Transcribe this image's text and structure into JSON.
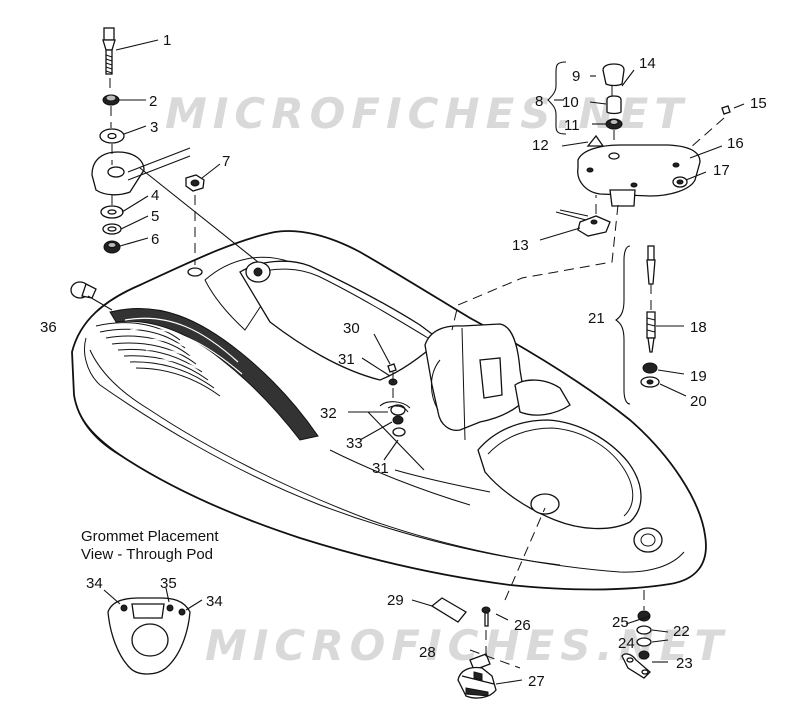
{
  "watermarks": [
    "MICROFICHES.NET",
    "MICROFICHES.NET"
  ],
  "caption": {
    "line1": "Grommet Placement",
    "line2": "View - Through Pod"
  },
  "callouts": {
    "c1": "1",
    "c2": "2",
    "c3": "3",
    "c4": "4",
    "c5": "5",
    "c6": "6",
    "c7": "7",
    "c8": "8",
    "c9": "9",
    "c10": "10",
    "c11": "11",
    "c12": "12",
    "c13": "13",
    "c14": "14",
    "c15": "15",
    "c16": "16",
    "c17": "17",
    "c18": "18",
    "c19": "19",
    "c20": "20",
    "c21": "21",
    "c22": "22",
    "c23": "23",
    "c24": "24",
    "c25": "25",
    "c26": "26",
    "c27": "27",
    "c28": "28",
    "c29": "29",
    "c30": "30",
    "c31a": "31",
    "c31b": "31",
    "c32": "32",
    "c33": "33",
    "c34a": "34",
    "c34b": "34",
    "c35": "35",
    "c36": "36"
  }
}
